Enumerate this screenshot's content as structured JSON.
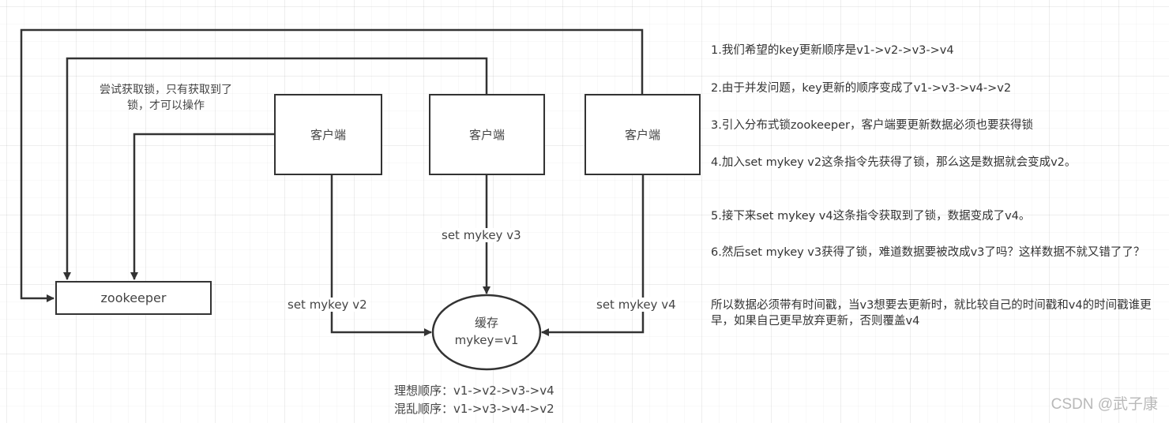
{
  "diagram": {
    "note": {
      "line1": "尝试获取锁，只有获取到了",
      "line2": "锁，才可以操作"
    },
    "clients": [
      {
        "label": "客户端"
      },
      {
        "label": "客户端"
      },
      {
        "label": "客户端"
      }
    ],
    "zookeeper": {
      "label": "zookeeper"
    },
    "commands": {
      "v2": "set mykey v2",
      "v3": "set mykey v3",
      "v4": "set mykey v4"
    },
    "cache": {
      "title": "缓存",
      "value": "mykey=v1"
    },
    "orders": {
      "ideal": "理想顺序：v1->v2->v3->v4",
      "chaotic": "混乱顺序：v1->v3->v4->v2"
    }
  },
  "explanation": {
    "steps": [
      "1.我们希望的key更新顺序是v1->v2->v3->v4",
      "2.由于并发问题，key更新的顺序变成了v1->v3->v4->v2",
      "3.引入分布式锁zookeeper，客户端要更新数据必须也要获得锁",
      "4.加入set mykey v2这条指令先获得了锁，那么这是数据就会变成v2。",
      "5.接下来set mykey v4这条指令获取到了锁，数据变成了v4。",
      "6.然后set mykey v3获得了锁，难道数据要被改成v3了吗？这样数据不就又错了了？",
      "所以数据必须带有时间戳，当v3想要去更新时，就比较自己的时间戳和v4的时间戳谁更早，如果自己更早放弃更新，否则覆盖v4"
    ]
  },
  "watermark": "CSDN @武子康"
}
